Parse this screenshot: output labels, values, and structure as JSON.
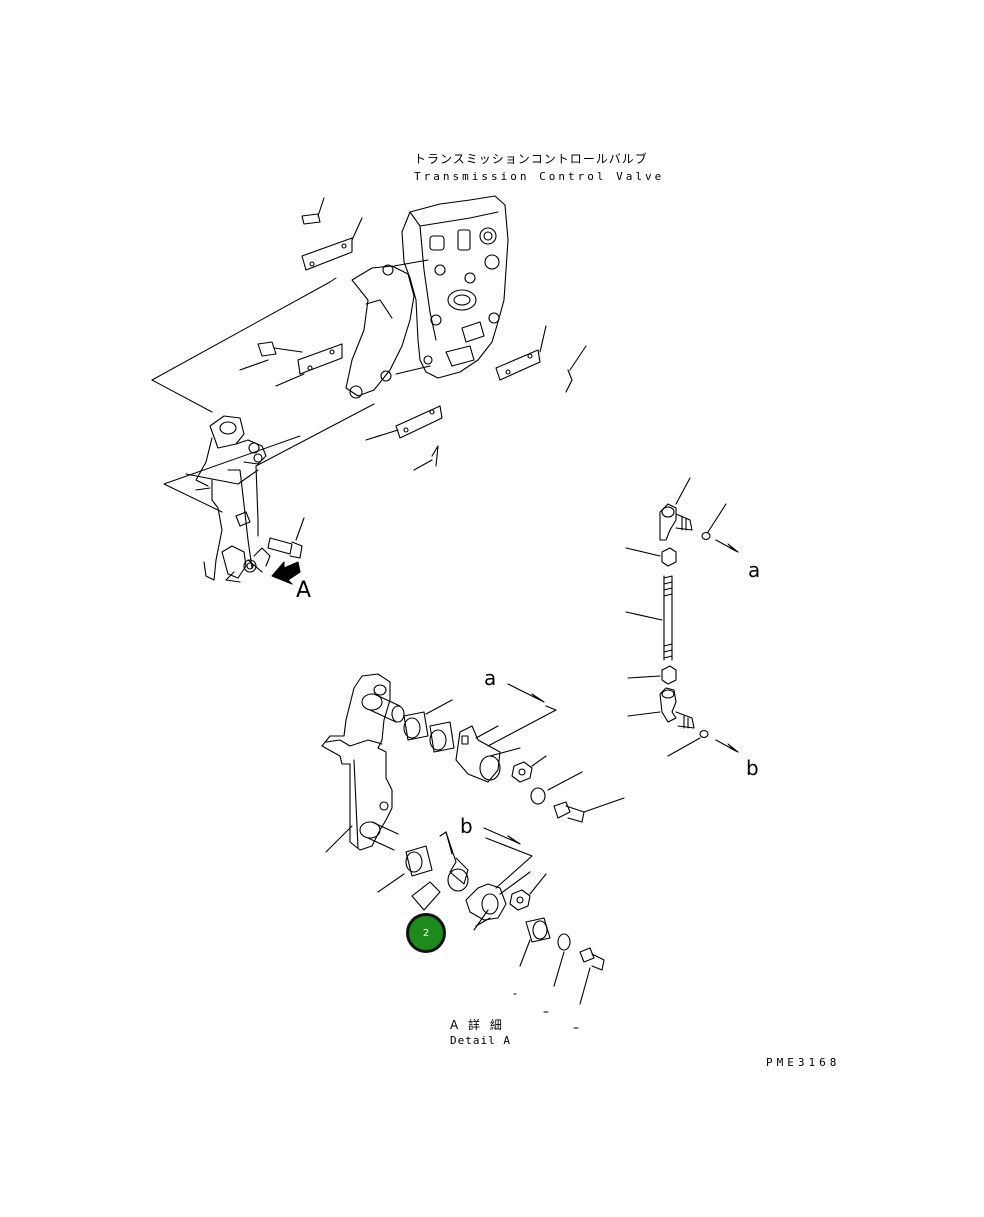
{
  "header": {
    "title_ja": "トランスミッションコントロールバルブ",
    "title_en": "Transmission Control Valve"
  },
  "labels": {
    "view_arrow": "A",
    "link_a_upper": "a",
    "link_b_upper": "b",
    "link_a_lower": "a",
    "link_b_lower": "b"
  },
  "detail": {
    "title_ja": "A 詳 細",
    "title_en": "Detail A"
  },
  "callout": {
    "number": "2"
  },
  "figure_code": "PME3168",
  "colors": {
    "callout_fill": "#1e8a1e",
    "line": "#000000"
  }
}
